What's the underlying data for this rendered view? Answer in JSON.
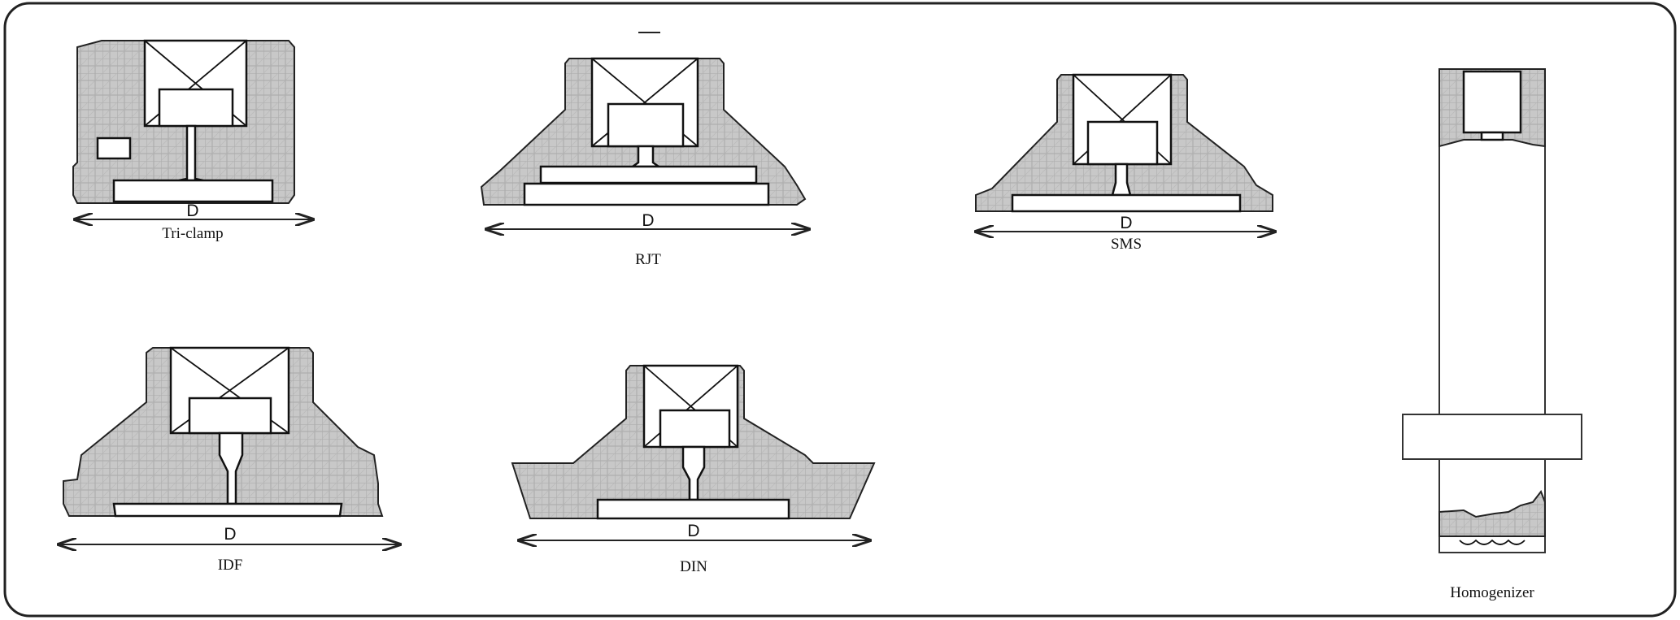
{
  "fittings": {
    "triclamp": {
      "dim": "D",
      "name": "Tri-clamp"
    },
    "rjt": {
      "dim": "D",
      "name": "RJT"
    },
    "sms": {
      "dim": "D",
      "name": "SMS"
    },
    "idf": {
      "dim": "D",
      "name": "IDF"
    },
    "din": {
      "dim": "D",
      "name": "DIN"
    },
    "homogenizer": {
      "name": "Homogenizer"
    }
  },
  "colors": {
    "body": "#c8c8c8",
    "hatch_line": "#9a9a9a",
    "outline": "#222222"
  }
}
